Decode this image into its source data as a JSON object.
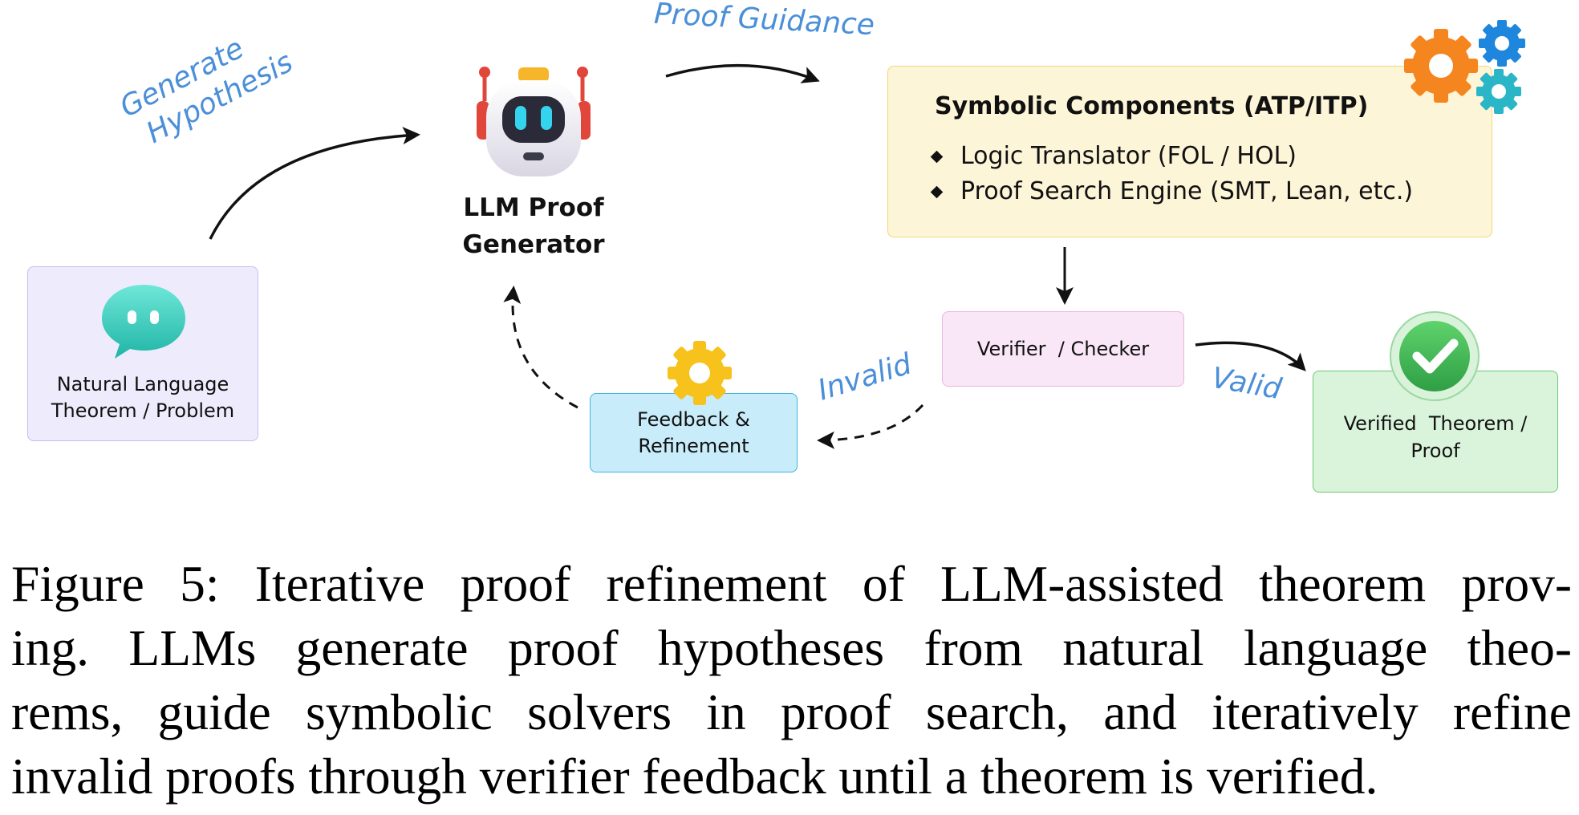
{
  "nodes": {
    "natural_language": {
      "label_line1": "Natural Language",
      "label_line2": "Theorem / Problem"
    },
    "llm_generator": {
      "label_line1": "LLM Proof",
      "label_line2": "Generator"
    },
    "symbolic": {
      "title": "Symbolic Components (ATP/ITP)",
      "items": [
        "Logic Translator (FOL / HOL)",
        "Proof Search Engine (SMT, Lean, etc.)"
      ]
    },
    "verifier": {
      "label": "Verifier  / Checker"
    },
    "feedback": {
      "label_line1": "Feedback &",
      "label_line2": "Refinement"
    },
    "verified": {
      "label_line1": "Verified  Theorem /",
      "label_line2": "Proof"
    }
  },
  "edges": {
    "generate_hypothesis": {
      "line1": "Generate",
      "line2": "Hypothesis"
    },
    "proof_guidance": "Proof Guidance",
    "invalid": "Invalid",
    "valid": "Valid"
  },
  "caption": {
    "lines": [
      "Figure 5: Iterative proof refinement of LLM-assisted theorem prov-",
      "ing.  LLMs generate proof hypotheses from natural language theo-",
      "rems, guide symbolic solvers in proof search, and iteratively refine",
      "invalid proofs through verifier feedback until a theorem is verified."
    ]
  },
  "colors": {
    "natural_language_bg": "#eeecfc",
    "natural_language_border": "#c5bdf0",
    "symbolic_bg": "#fdf5d8",
    "symbolic_border": "#f3d774",
    "verifier_bg": "#f9e6f6",
    "verifier_border": "#e8b7e0",
    "feedback_bg": "#c9ecfa",
    "feedback_border": "#41b3e0",
    "verified_bg": "#daf4dc",
    "verified_border": "#6cc873",
    "handwriting": "#4a8fd8"
  },
  "icons": [
    "speech-bubble-icon",
    "robot-icon",
    "gears-icon",
    "gear-icon",
    "checkmark-icon"
  ]
}
